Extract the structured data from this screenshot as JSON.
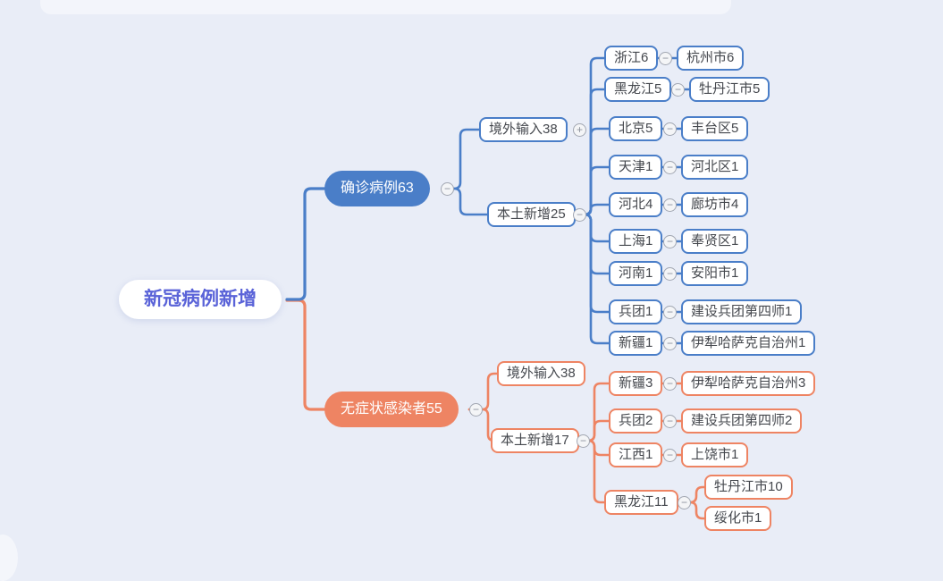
{
  "root": {
    "label": "新冠病例新增"
  },
  "icons": {
    "collapse": "−",
    "expand": "+"
  },
  "colors": {
    "blue": "#4a7ec8",
    "orange": "#ee8463",
    "root_text": "#5a63d8",
    "background": "#e9edf7"
  },
  "confirmed": {
    "label": "确诊病例63",
    "imported": "境外输入38",
    "local": "本土新增25",
    "regions": [
      {
        "name": "浙江6",
        "city": "杭州市6"
      },
      {
        "name": "黑龙江5",
        "city": "牡丹江市5"
      },
      {
        "name": "北京5",
        "city": "丰台区5"
      },
      {
        "name": "天津1",
        "city": "河北区1"
      },
      {
        "name": "河北4",
        "city": "廊坊市4"
      },
      {
        "name": "上海1",
        "city": "奉贤区1"
      },
      {
        "name": "河南1",
        "city": "安阳市1"
      },
      {
        "name": "兵团1",
        "city": "建设兵团第四师1"
      },
      {
        "name": "新疆1",
        "city": "伊犁哈萨克自治州1"
      }
    ]
  },
  "asymptomatic": {
    "label": "无症状感染者55",
    "imported": "境外输入38",
    "local": "本土新增17",
    "regions": [
      {
        "name": "新疆3",
        "city": "伊犁哈萨克自治州3"
      },
      {
        "name": "兵团2",
        "city": "建设兵团第四师2"
      },
      {
        "name": "江西1",
        "city": "上饶市1"
      },
      {
        "name": "黑龙江11",
        "cities": [
          "牡丹江市10",
          "绥化市1"
        ]
      }
    ]
  }
}
